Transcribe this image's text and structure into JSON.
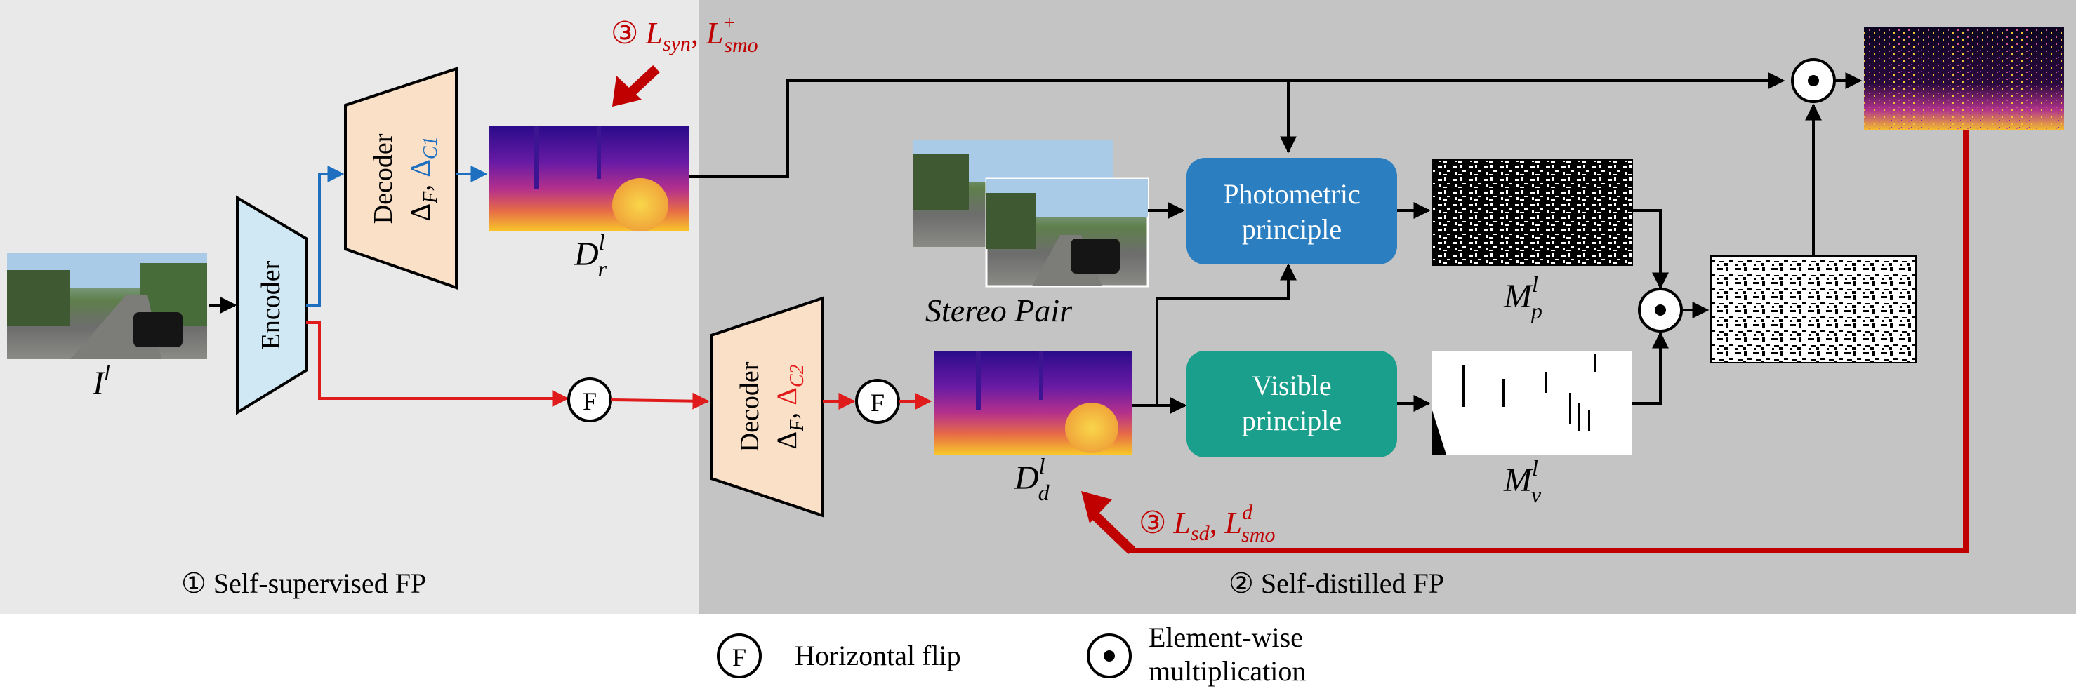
{
  "colors": {
    "left_panel_bg": "#e9e9e9",
    "right_panel_bg": "#c4c4c4",
    "encoder_fill": "#cfe8f3",
    "decoder_fill": "#fbe0c8",
    "photometric_fill": "#2b7fc1",
    "visible_fill": "#1a9f8c",
    "arrow_black": "#000000",
    "arrow_blue": "#1f6fc0",
    "arrow_red": "#e01b1b",
    "loss_red": "#c00000"
  },
  "left_panel": {
    "index": "①",
    "title": "Self-supervised FP",
    "input_label_base": "I",
    "input_label_sup": "l",
    "encoder_label": "Encoder",
    "decoder1": {
      "title": "Decoder",
      "delta": "Δ",
      "sub_F": "F",
      "sep": ", ",
      "sub_C": "C1"
    },
    "depth1_label_base": "D",
    "depth1_label_sup": "l",
    "depth1_label_sub": "r"
  },
  "right_panel": {
    "index": "②",
    "title": "Self-distilled FP",
    "decoder2": {
      "title": "Decoder",
      "delta": "Δ",
      "sub_F": "F",
      "sep": ", ",
      "sub_C": "C2"
    },
    "depth2_label_base": "D",
    "depth2_label_sup": "l",
    "depth2_label_sub": "d",
    "stereo_pair_label": "Stereo Pair",
    "photometric_label_line1": "Photometric",
    "photometric_label_line2": "principle",
    "visible_label_line1": "Visible",
    "visible_label_line2": "principle",
    "mask_p_base": "M",
    "mask_p_sup": "l",
    "mask_p_sub": "p",
    "mask_v_base": "M",
    "mask_v_sup": "l",
    "mask_v_sub": "v"
  },
  "losses": {
    "top": {
      "index": "③",
      "l1_base": "L",
      "l1_sub": "syn",
      "sep": ", ",
      "l2_base": "L",
      "l2_sup": "+",
      "l2_sub": "smo"
    },
    "bottom": {
      "index": "③",
      "l1_base": "L",
      "l1_sub": "sd",
      "sep": ", ",
      "l2_base": "L",
      "l2_sup": "d",
      "l2_sub": "smo"
    }
  },
  "operators": {
    "flip_symbol": "F",
    "mult_symbol": "⊙"
  },
  "legend": {
    "flip_symbol": "F",
    "flip_label": "Horizontal flip",
    "mult_label_line1": "Element-wise",
    "mult_label_line2": "multiplication"
  }
}
